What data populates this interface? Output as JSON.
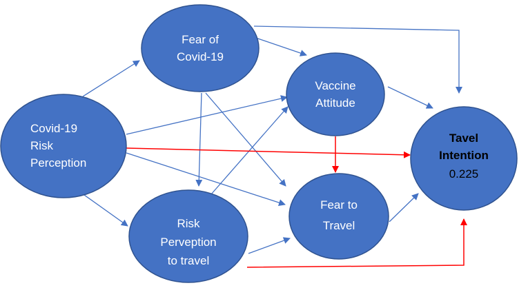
{
  "colors": {
    "node_fill": "#4472C4",
    "node_stroke": "#2F528F",
    "arrow_blue": "#4472C4",
    "arrow_red": "#FF0000",
    "node_text": "#FFFFFF",
    "target_text": "#000000"
  },
  "nodes": {
    "covid_risk": {
      "line1": "Covid-19",
      "line2": "Risk",
      "line3": "Perception"
    },
    "fear_covid": {
      "line1": "Fear of",
      "line2": "Covid-19"
    },
    "vaccine": {
      "line1": "Vaccine",
      "line2": "Attitude"
    },
    "risk_travel": {
      "line1": "Risk",
      "line2": "Perveption",
      "line3": "to travel"
    },
    "fear_travel": {
      "line1": "Fear to",
      "line2": "Travel"
    },
    "intention": {
      "line1": "Tavel",
      "line2": "Intention",
      "value": "0.225"
    }
  },
  "edges": [
    {
      "from": "Covid-19 Risk Perception",
      "to": "Fear of Covid-19",
      "color": "blue"
    },
    {
      "from": "Covid-19 Risk Perception",
      "to": "Vaccine Attitude",
      "color": "blue"
    },
    {
      "from": "Covid-19 Risk Perception",
      "to": "Tavel Intention",
      "color": "red"
    },
    {
      "from": "Covid-19 Risk Perception",
      "to": "Fear to Travel",
      "color": "blue"
    },
    {
      "from": "Covid-19 Risk Perception",
      "to": "Risk Perveption to travel",
      "color": "blue"
    },
    {
      "from": "Fear of Covid-19",
      "to": "Vaccine Attitude",
      "color": "blue"
    },
    {
      "from": "Fear of Covid-19",
      "to": "Tavel Intention",
      "color": "blue"
    },
    {
      "from": "Fear of Covid-19",
      "to": "Risk Perveption to travel",
      "color": "blue"
    },
    {
      "from": "Fear of Covid-19",
      "to": "Fear to Travel",
      "color": "blue"
    },
    {
      "from": "Risk Perveption to travel",
      "to": "Vaccine Attitude",
      "color": "blue"
    },
    {
      "from": "Risk Perveption to travel",
      "to": "Fear to Travel",
      "color": "blue"
    },
    {
      "from": "Risk Perveption to travel",
      "to": "Tavel Intention",
      "color": "red"
    },
    {
      "from": "Vaccine Attitude",
      "to": "Tavel Intention",
      "color": "blue"
    },
    {
      "from": "Vaccine Attitude",
      "to": "Fear to Travel",
      "color": "red"
    },
    {
      "from": "Fear to Travel",
      "to": "Tavel Intention",
      "color": "blue"
    }
  ]
}
